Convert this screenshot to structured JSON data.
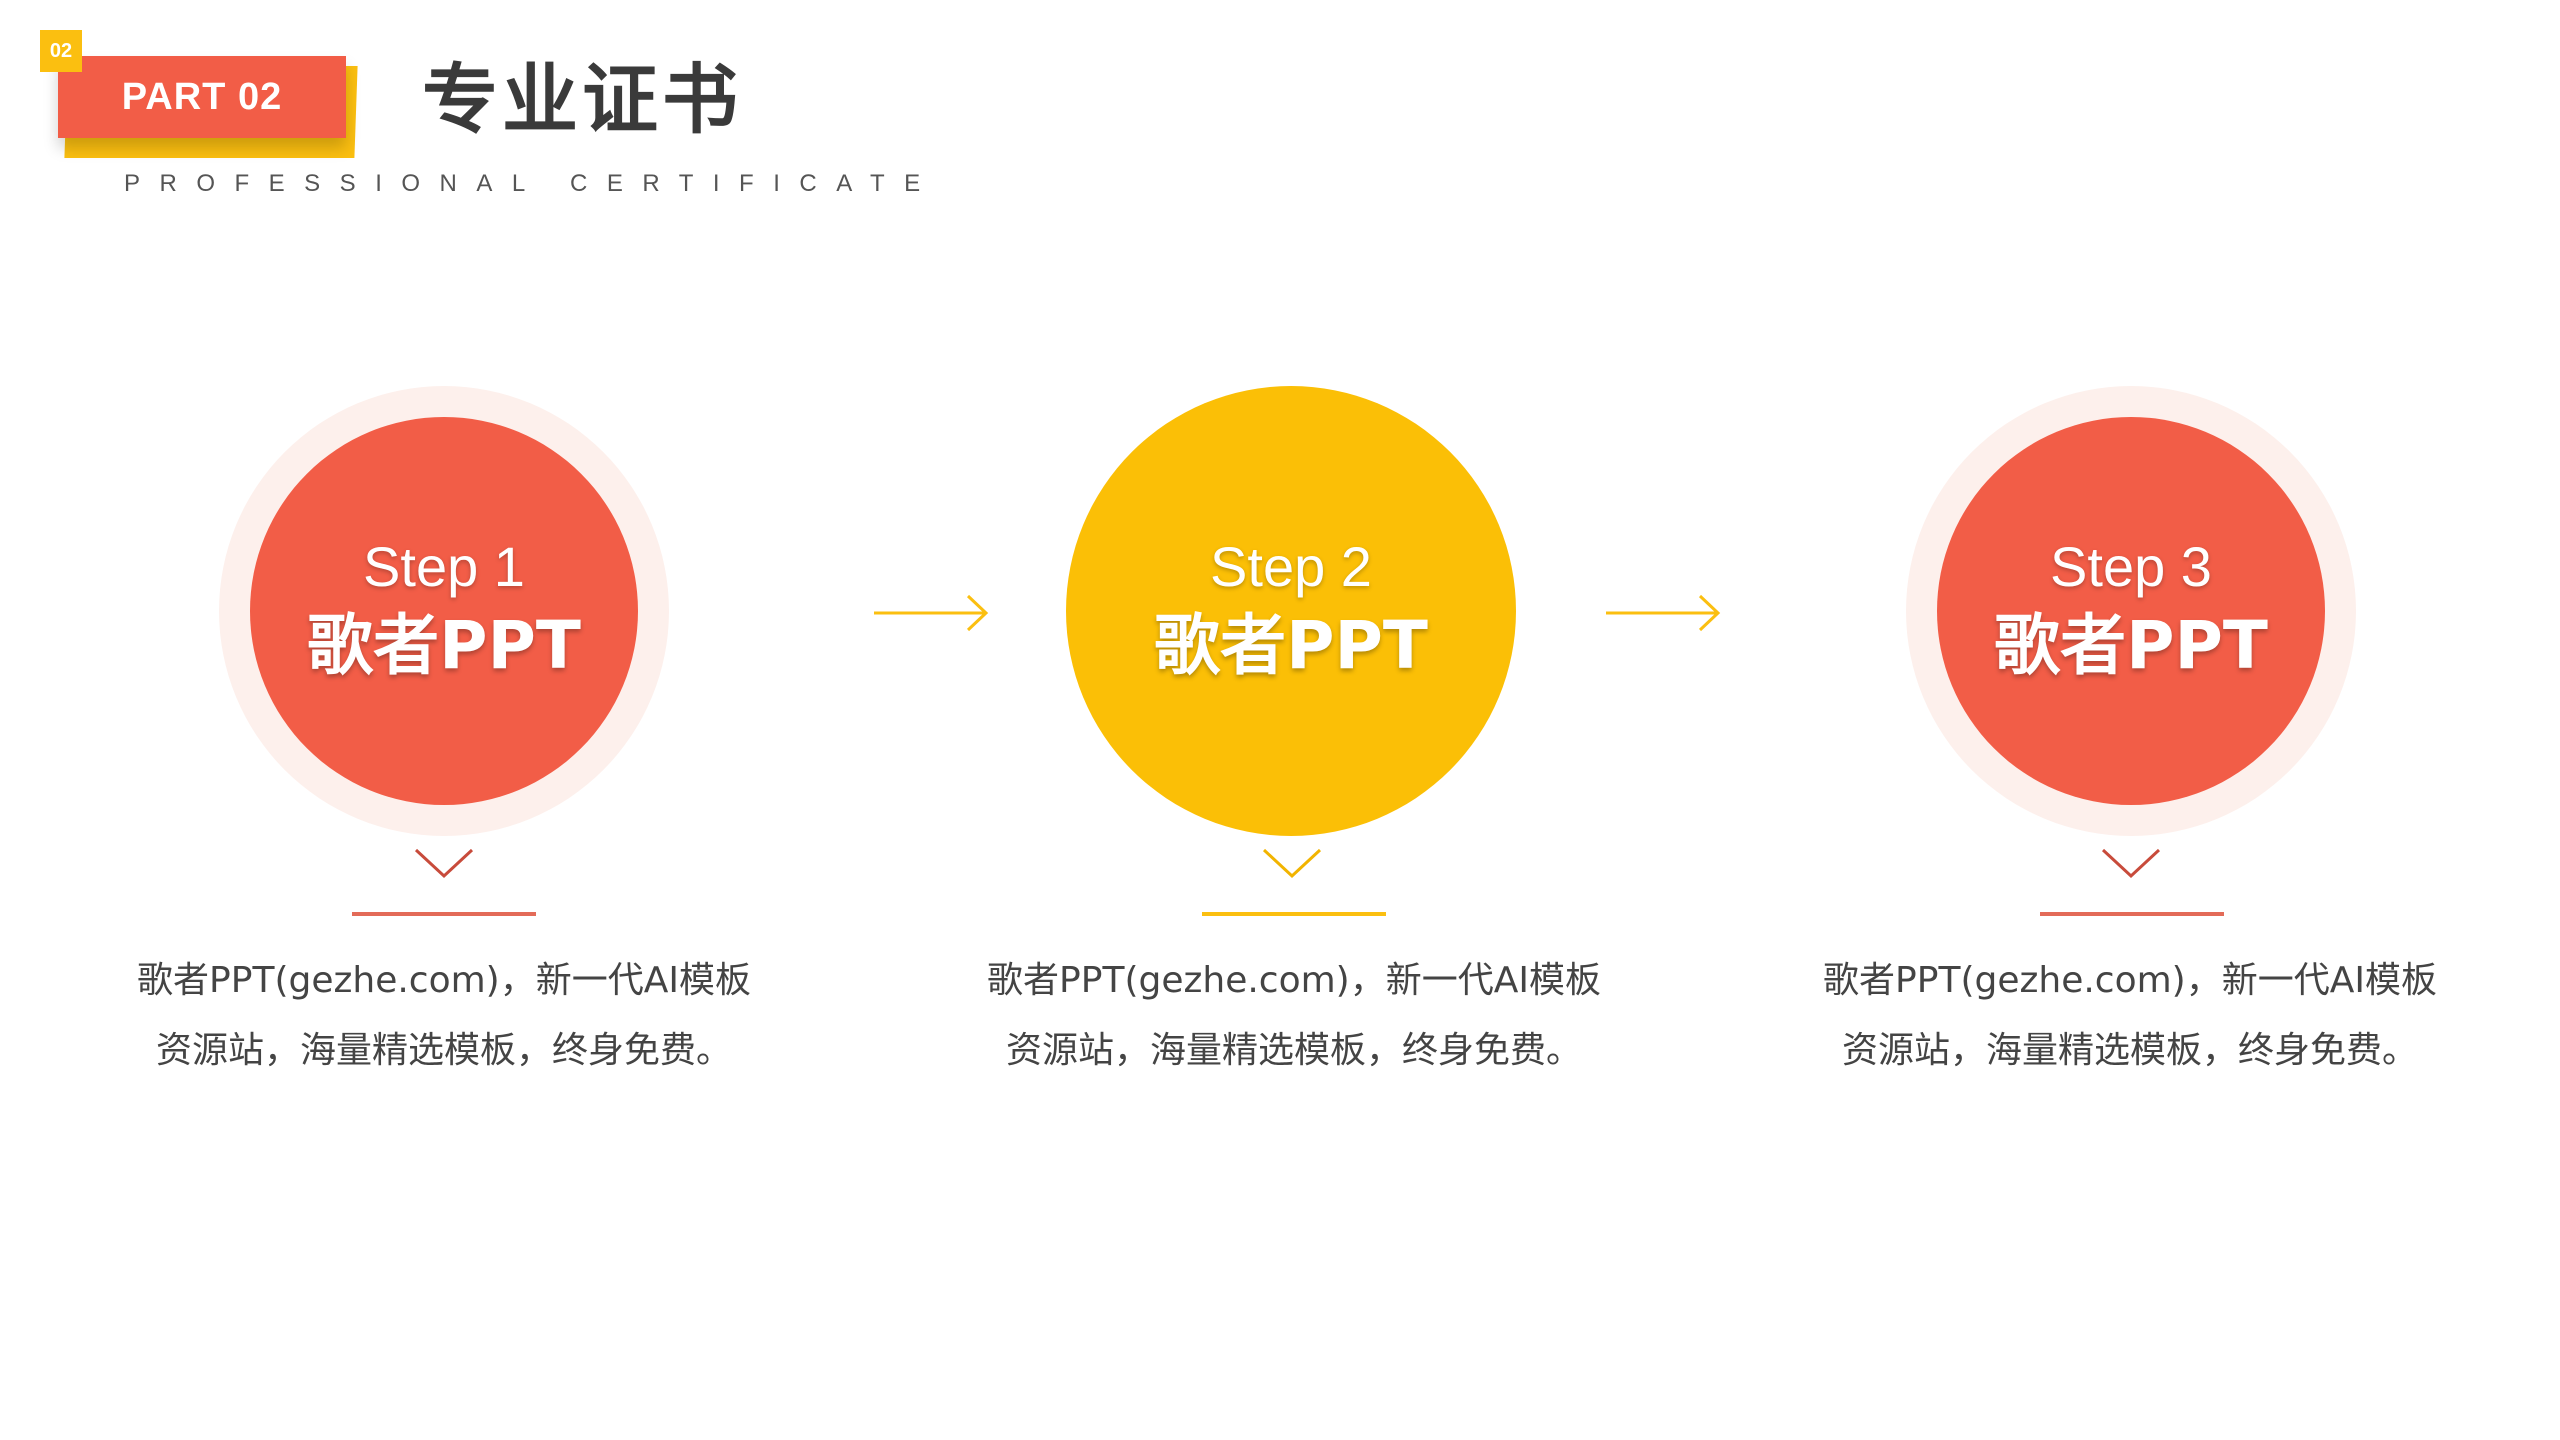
{
  "header": {
    "badge_number": "02",
    "part_label": "PART 02",
    "title": "专业证书",
    "subtitle": "PROFESSIONAL CERTIFICATE"
  },
  "colors": {
    "accent_red": "#f25d47",
    "accent_yellow": "#fbbf06",
    "ring_pink": "#fdf0ec",
    "text_dark": "#3a3a3a"
  },
  "steps": [
    {
      "label": "Step 1",
      "name": "歌者PPT",
      "color": "red",
      "desc_line1": "歌者PPT(gezhe.com)，新一代AI模板",
      "desc_line2": "资源站，海量精选模板，终身免费。"
    },
    {
      "label": "Step 2",
      "name": "歌者PPT",
      "color": "yellow",
      "desc_line1": "歌者PPT(gezhe.com)，新一代AI模板",
      "desc_line2": "资源站，海量精选模板，终身免费。"
    },
    {
      "label": "Step 3",
      "name": "歌者PPT",
      "color": "red",
      "desc_line1": "歌者PPT(gezhe.com)，新一代AI模板",
      "desc_line2": "资源站，海量精选模板，终身免费。"
    }
  ],
  "icons": {
    "arrow": "arrow-right-icon",
    "chevron": "chevron-down-icon"
  }
}
